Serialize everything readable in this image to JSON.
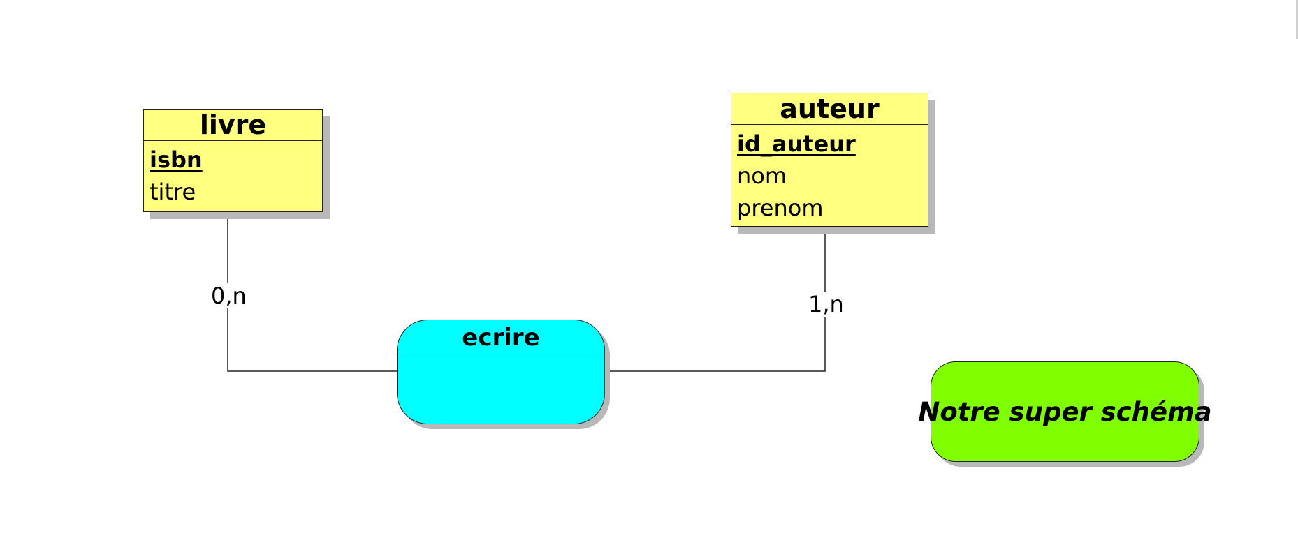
{
  "entities": {
    "livre": {
      "title": "livre",
      "attributes": [
        {
          "name": "isbn",
          "key": true
        },
        {
          "name": "titre",
          "key": false
        }
      ]
    },
    "auteur": {
      "title": "auteur",
      "attributes": [
        {
          "name": "id_auteur",
          "key": true
        },
        {
          "name": "nom",
          "key": false
        },
        {
          "name": "prenom",
          "key": false
        }
      ]
    }
  },
  "association": {
    "title": "ecrire"
  },
  "cardinalities": {
    "livre_ecrire": "0,n",
    "auteur_ecrire": "1,n"
  },
  "note": {
    "text": "Notre super schéma"
  },
  "colors": {
    "entity_fill": "#ffff80",
    "association_fill": "#00ffff",
    "note_fill": "#80ff00",
    "shadow": "#b8b8b8",
    "stroke": "#222222"
  }
}
